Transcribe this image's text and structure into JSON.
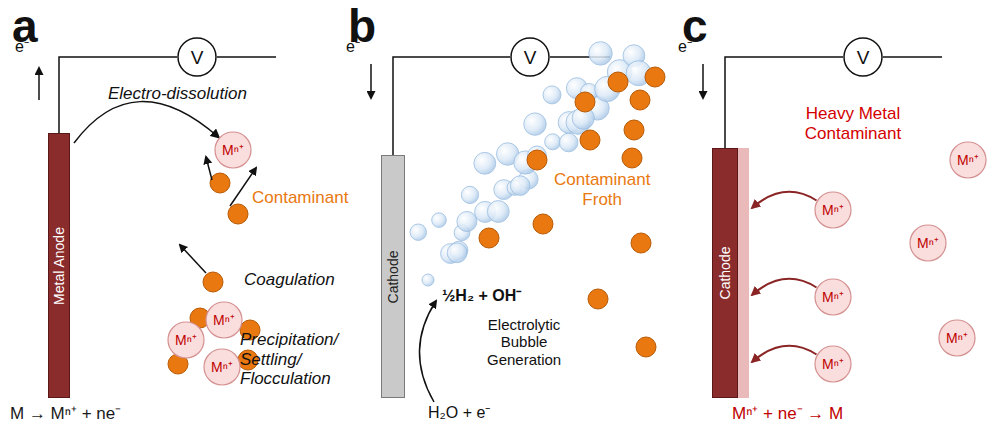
{
  "diagram": {
    "nodes": [
      {
        "text": [
          "V"
        ]
      },
      {
        "text": [
          "Metal Anode"
        ]
      },
      {
        "text": [
          "Mⁿ⁺"
        ]
      },
      {
        "text": [
          "Mⁿ⁺"
        ]
      },
      {
        "text": [
          "Mⁿ⁺"
        ]
      },
      {
        "text": [
          "Mⁿ⁺"
        ]
      },
      {
        "text": [
          "V"
        ]
      },
      {
        "text": [
          "Cathode"
        ]
      },
      {
        "text": [
          "V"
        ]
      },
      {
        "text": [
          "Cathode"
        ]
      },
      {
        "text": [
          "Mⁿ⁺"
        ]
      },
      {
        "text": [
          "Mⁿ⁺"
        ]
      },
      {
        "text": [
          "Mⁿ⁺"
        ]
      },
      {
        "text": [
          "Mⁿ⁺"
        ]
      },
      {
        "text": [
          "Mⁿ⁺"
        ]
      },
      {
        "text": [
          "Mⁿ⁺"
        ]
      }
    ],
    "edges": [
      {
        "from": 1,
        "to": 0,
        "arrow": "none"
      },
      {
        "from": 1,
        "to": 2,
        "arrow": "to"
      },
      {
        "from": 7,
        "to": 6,
        "arrow": "none"
      },
      {
        "from": 9,
        "to": 8,
        "arrow": "none"
      },
      {
        "from": 11,
        "to": 9,
        "arrow": "to"
      },
      {
        "from": 13,
        "to": 9,
        "arrow": "to"
      },
      {
        "from": 15,
        "to": 9,
        "arrow": "to"
      }
    ],
    "labels": [
      "a",
      "e⁻",
      "Electro-dissolution",
      "Contaminant",
      "Coagulation",
      "Precipitation/ Settling/ Flocculation",
      "M → Mⁿ⁺ + ne⁻",
      "b",
      "e⁻",
      "Contaminant Froth",
      "½H₂ + OH⁻",
      "Electrolytic Bubble Generation",
      "H₂O + e⁻",
      "c",
      "e⁻",
      "Heavy Metal Contaminant",
      "Mⁿ⁺ + ne⁻ → M"
    ]
  }
}
